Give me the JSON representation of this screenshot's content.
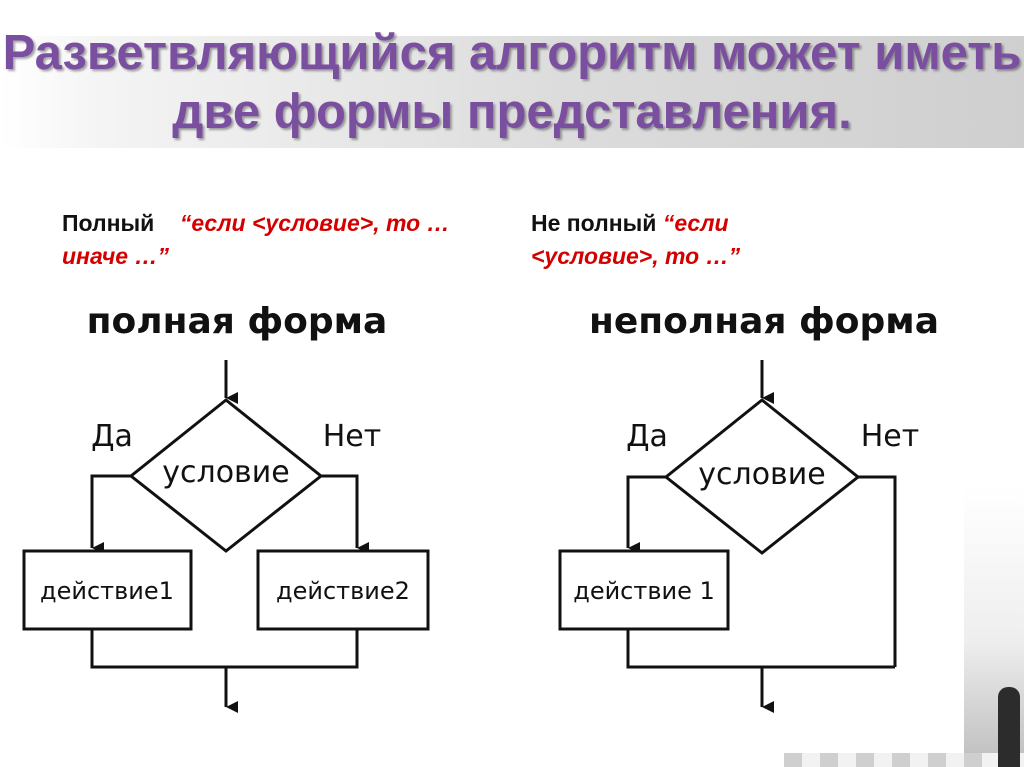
{
  "title": "Разветвляющийся алгоритм может иметь две формы представления.",
  "forms": {
    "full": {
      "kind": "Полный",
      "rule": "“если <условие>, то … иначе …”"
    },
    "partial": {
      "kind": "Не полный",
      "rule": "“если <условие>, то …”"
    }
  },
  "diagrams": {
    "full": {
      "heading": "полная форма",
      "yes_label": "Да",
      "no_label": "Нет",
      "condition": "условие",
      "action1": "действие1",
      "action2": "действие2"
    },
    "partial": {
      "heading": "неполная форма",
      "yes_label": "Да",
      "no_label": "Нет",
      "condition": "условие",
      "action1": "действие 1"
    }
  },
  "colors": {
    "title": "#7b4fa0",
    "rule_text": "#d40000",
    "lines": "#111111"
  }
}
